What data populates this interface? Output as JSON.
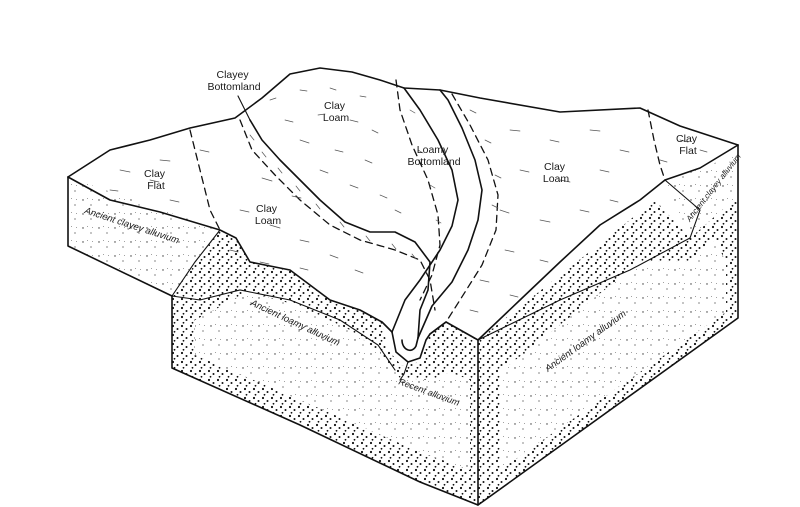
{
  "labels": {
    "clayey_bottomland": [
      "Clayey",
      "Bottomland"
    ],
    "clay_loam_top": [
      "Clay",
      "Loam"
    ],
    "loamy_bottomland": [
      "Loamy",
      "Bottomland"
    ],
    "clay_loam_right": [
      "Clay",
      "Loam"
    ],
    "clay_flat_right": [
      "Clay",
      "Flat"
    ],
    "clay_flat_left": [
      "Clay",
      "Flat"
    ],
    "clay_loam_left": [
      "Clay",
      "Loam"
    ],
    "ancient_clayey_alluvium_left": "Ancient clayey alluvium",
    "ancient_clayey_alluvium_right": "Ancient clayey alluvium",
    "ancient_loamy_alluvium_front": "Ancient loamy alluvium",
    "ancient_loamy_alluvium_right": "Ancient loamy alluvium",
    "recent_alluvium": "Recent alluvium"
  }
}
